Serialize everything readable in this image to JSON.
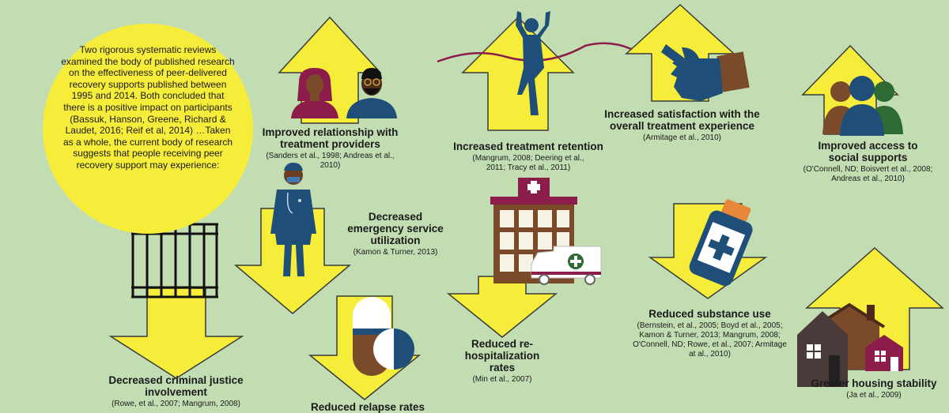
{
  "intro": {
    "text": "Two rigorous systematic reviews examined the body of published research on the effectiveness of peer-delivered recovery supports published between 1995 and 2014. Both concluded that there is a positive impact on participants (Bassuk, Hanson, Greene, Richard & Laudet, 2016; Reif et al, 2014) …Taken as a whole, the current body of research suggests that people receiving peer recovery support may experience:"
  },
  "outcomes": [
    {
      "id": "relationship",
      "title": "Improved relationship with treatment providers",
      "citation": "(Sanders et al., 1998; Andreas et al., 2010)",
      "direction": "up"
    },
    {
      "id": "retention",
      "title": "Increased treatment retention",
      "citation": "(Mangrum, 2008; Deering et al., 2011; Tracy et al., 2011)",
      "direction": "up"
    },
    {
      "id": "satisfaction",
      "title": "Increased satisfaction with the overall treatment experience",
      "citation": "(Armitage et al., 2010)",
      "direction": "up"
    },
    {
      "id": "social",
      "title": "Improved access to social supports",
      "citation": "(O'Connell, ND; Boisvert et al., 2008; Andreas et al., 2010)",
      "direction": "up"
    },
    {
      "id": "emergency",
      "title": "Decreased emergency service utilization",
      "citation": "(Kamon & Turner, 2013)",
      "direction": "down"
    },
    {
      "id": "rehospitalization",
      "title": "Reduced re-hospitalization rates",
      "citation": "(Min et al., 2007)",
      "direction": "down"
    },
    {
      "id": "substance",
      "title": "Reduced substance use",
      "citation": "(Bernstein, et al., 2005; Boyd et al., 2005; Kamon & Turner, 2013; Mangrum, 2008; O'Connell, ND; Rowe, et al., 2007; Armitage at al., 2010)",
      "direction": "down"
    },
    {
      "id": "criminal",
      "title": "Decreased criminal justice involvement",
      "citation": "(Rowe, et al., 2007; Mangrum, 2008)",
      "direction": "down"
    },
    {
      "id": "relapse",
      "title": "Reduced relapse rates",
      "citation": "",
      "direction": "down"
    },
    {
      "id": "housing",
      "title": "Greater housing stability",
      "citation": "(Ja et al., 2009)",
      "direction": "up"
    }
  ],
  "icons": [
    "people-icon",
    "runner-icon",
    "thumbs-up-icon",
    "group-icon",
    "doctor-icon",
    "hospital-icon",
    "ambulance-icon",
    "medicine-bottle-icon",
    "jail-bars-icon",
    "pill-capsule-icon",
    "house-icon"
  ],
  "colors": {
    "background": "#c3ddb3",
    "arrow": "#f6ec3a",
    "navy": "#1f4e79",
    "brown": "#7a4a2a",
    "maroon": "#8c1c4a"
  }
}
